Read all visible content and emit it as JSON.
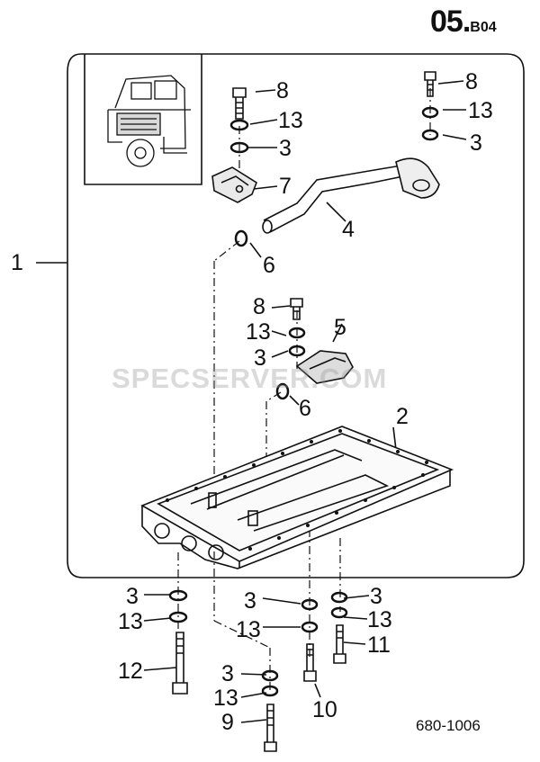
{
  "page_code": "05.",
  "page_code_sub": "B04",
  "figure_code": "680-1006",
  "watermark": "SPECSERVER.COM",
  "callouts": {
    "c1": "1",
    "c2": "2",
    "c3": "3",
    "c4": "4",
    "c5": "5",
    "c6": "6",
    "c7": "7",
    "c8": "8",
    "c9": "9",
    "c10": "10",
    "c11": "11",
    "c12": "12",
    "c13": "13"
  }
}
